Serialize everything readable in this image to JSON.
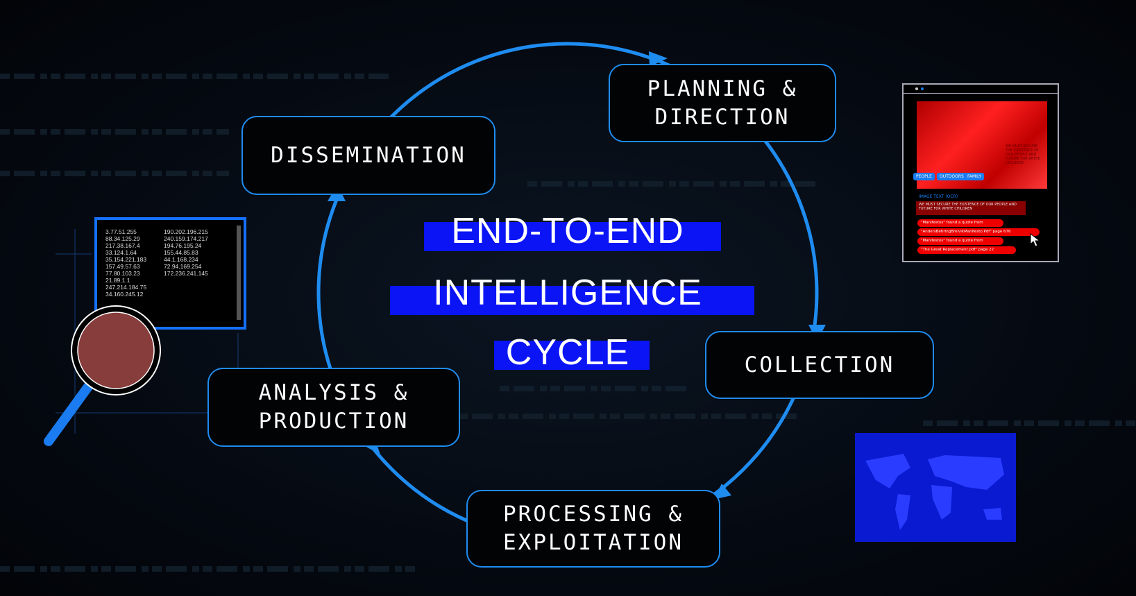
{
  "title": [
    "END-TO-END",
    "INTELLIGENCE",
    "CYCLE"
  ],
  "stages": {
    "planning": "PLANNING &\nDIRECTION",
    "collection": "COLLECTION",
    "processing": "PROCESSING &\nEXPLOITATION",
    "analysis": "ANALYSIS &\nPRODUCTION",
    "dissemination": "DISSEMINATION"
  },
  "ip_panel": {
    "left": [
      "3.77.51.255",
      "88.34.125.29",
      "217.38.167.4",
      "33.124.1.64",
      "35.154.221.183",
      "157.49.57.63",
      "77.80.103.23",
      "21.89.1.1",
      "247.214.184.75",
      "34.160.245.12"
    ],
    "right": [
      "190.202.196.215",
      "240.159.174.217",
      "194.76.195.24",
      "155.44.85.83",
      "44.1.168.234",
      "72.94.169.254",
      "172.236.241.145"
    ]
  },
  "image_panel": {
    "overlay_text": "WE MUST SECURE THE EXISTENCE OF OUR PEOPLE AND FUTURE FOR WHITE CHILDREN",
    "tags": [
      "PEOPLE",
      "OUTDOORS",
      "FAMILY"
    ],
    "ocr_label": "IMAGE TEXT (OCR)",
    "ocr_text": "WE MUST SECURE THE EXISTENCE OF OUR PEOPLE AND FUTURE FOR WHITE CHILDREN",
    "results": [
      "\"Manifestos\" found a quote from",
      "\"AndersBehringBreivikManifesto.Pdf\" page 676",
      "\"Manifestos\" found a quote from",
      "\"The Great Replacement.pdf\" page 22"
    ]
  },
  "colors": {
    "accent": "#1f8cf0",
    "title_bar": "#0a14f5",
    "alert": "#ee0000"
  }
}
